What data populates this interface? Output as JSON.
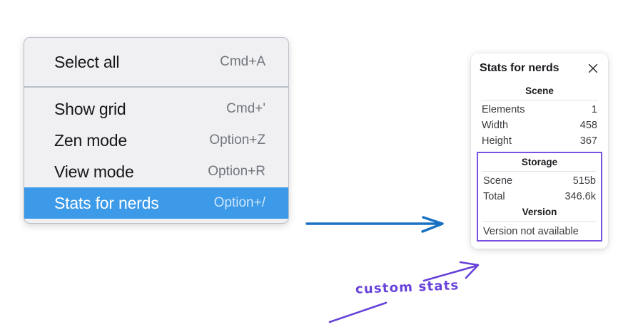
{
  "context_menu": {
    "groups": [
      {
        "items": [
          {
            "label": "Select all",
            "shortcut": "Cmd+A",
            "selected": false
          }
        ]
      },
      {
        "items": [
          {
            "label": "Show grid",
            "shortcut": "Cmd+'",
            "selected": false
          },
          {
            "label": "Zen mode",
            "shortcut": "Option+Z",
            "selected": false
          },
          {
            "label": "View mode",
            "shortcut": "Option+R",
            "selected": false
          },
          {
            "label": "Stats for nerds",
            "shortcut": "Option+/",
            "selected": true
          }
        ]
      }
    ]
  },
  "stats_panel": {
    "title": "Stats for nerds",
    "close_icon": "close-icon",
    "scene": {
      "heading": "Scene",
      "rows": [
        {
          "label": "Elements",
          "value": "1"
        },
        {
          "label": "Width",
          "value": "458"
        },
        {
          "label": "Height",
          "value": "367"
        }
      ]
    },
    "storage": {
      "heading": "Storage",
      "rows": [
        {
          "label": "Scene",
          "value": "515b"
        },
        {
          "label": "Total",
          "value": "346.6k"
        }
      ]
    },
    "version": {
      "heading": "Version",
      "text": "Version not available"
    }
  },
  "annotations": {
    "custom_stats_label": "custom stats",
    "arrow_blue_color": "#1971c2",
    "arrow_purple_color": "#6741d9",
    "highlight_box_color": "#7a52e1",
    "menu_selected_color": "#3d9ae8"
  }
}
